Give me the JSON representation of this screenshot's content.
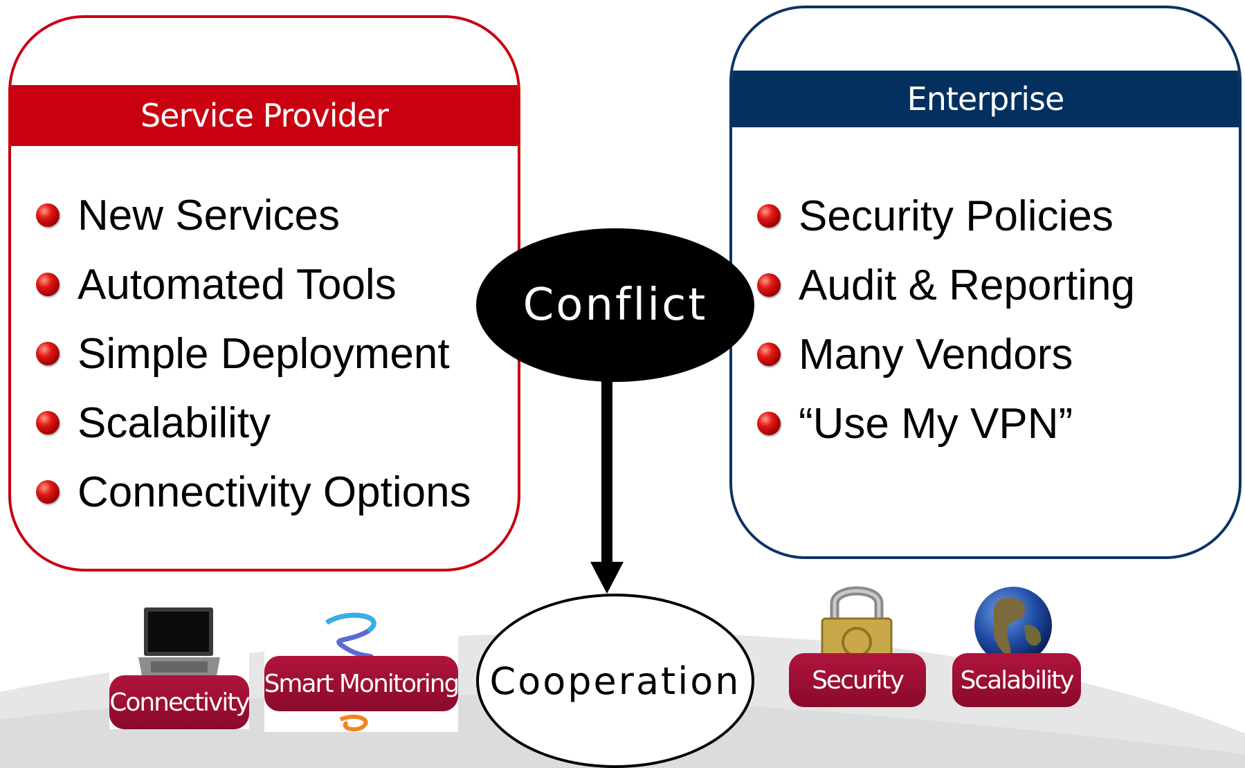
{
  "service_provider": {
    "header": "Service Provider",
    "items": [
      "New Services",
      "Automated Tools",
      "Simple Deployment",
      "Scalability",
      "Connectivity Options"
    ]
  },
  "enterprise": {
    "header": "Enterprise",
    "items": [
      "Security Policies",
      "Audit & Reporting",
      "Many Vendors",
      "“Use My VPN”"
    ]
  },
  "center": {
    "top_label": "Conflict",
    "bottom_label": "Cooperation"
  },
  "badges": [
    {
      "label": "Connectivity",
      "icon": "laptop-icon"
    },
    {
      "label": "Smart Monitoring",
      "icon": "spiral-icon"
    },
    {
      "label": "Security",
      "icon": "padlock-icon"
    },
    {
      "label": "Scalability",
      "icon": "globe-icon"
    }
  ],
  "colors": {
    "service_provider": "#c8000f",
    "enterprise": "#04305f",
    "badge": "#9e1035",
    "bullet": "#c8000f"
  }
}
